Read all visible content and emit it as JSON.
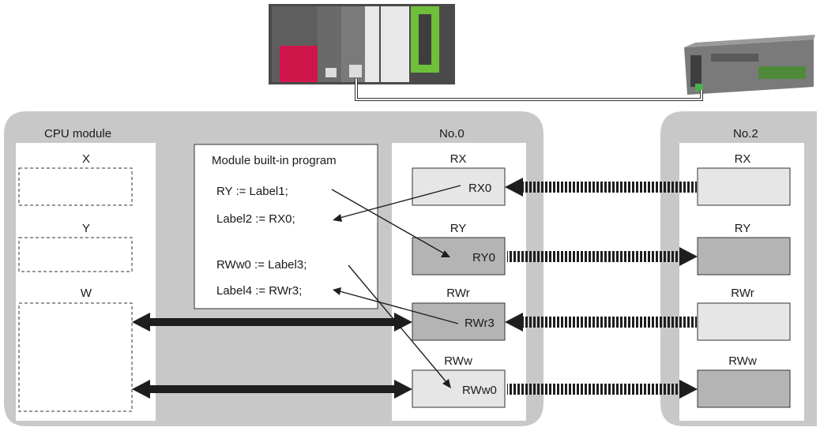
{
  "areas": {
    "cpu": {
      "title": "CPU module",
      "devices": [
        {
          "label": "X"
        },
        {
          "label": "Y"
        },
        {
          "label": "W"
        }
      ]
    },
    "master": {
      "title": "No.0",
      "program": {
        "title": "Module built-in program",
        "lines": [
          "RY := Label1;",
          "Label2 := RX0;",
          "RWw0 := Label3;",
          "Label4 := RWr3;"
        ]
      },
      "blocks": [
        {
          "label": "RX",
          "value": "RX0"
        },
        {
          "label": "RY",
          "value": "RY0"
        },
        {
          "label": "RWr",
          "value": "RWr3"
        },
        {
          "label": "RWw",
          "value": "RWw0"
        }
      ]
    },
    "remote": {
      "title": "No.2",
      "blocks": [
        {
          "label": "RX"
        },
        {
          "label": "RY"
        },
        {
          "label": "RWr"
        },
        {
          "label": "RWw"
        }
      ]
    }
  },
  "colors": {
    "panel": "#c8c8c8",
    "light_block": "#e6e6e6",
    "dark_block": "#b4b4b4",
    "arrow": "#1e1e1e",
    "plc_red": "#d0154a",
    "plc_green": "#6fbf3a"
  }
}
